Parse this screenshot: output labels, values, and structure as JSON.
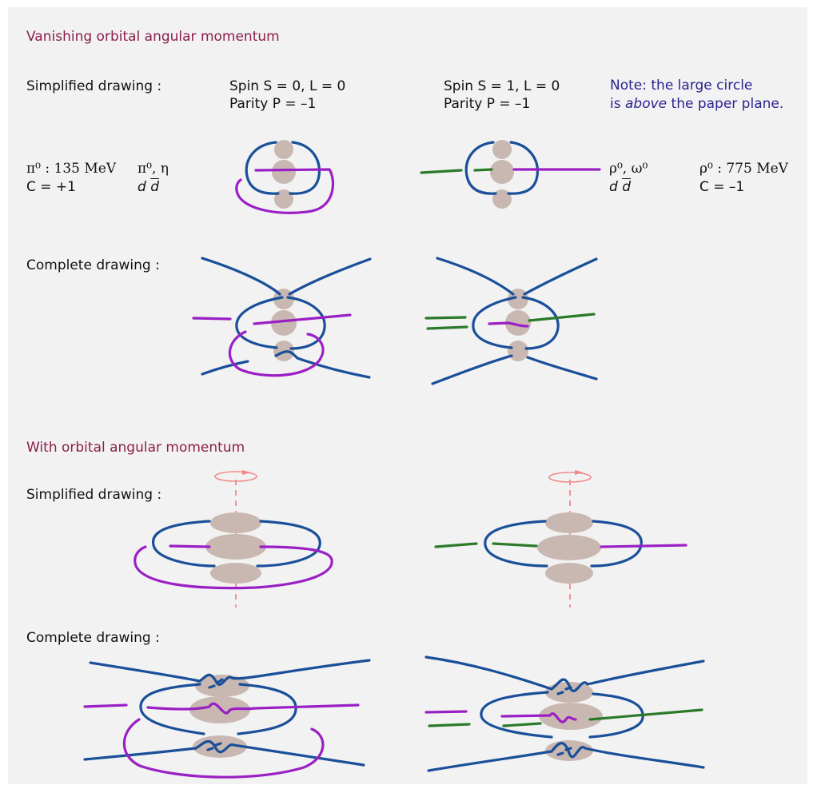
{
  "sections": {
    "vanishing": "Vanishing orbital angular momentum",
    "orbital": "With orbital angular momentum"
  },
  "labels": {
    "simplified": "Simplified drawing :",
    "complete": "Complete drawing :"
  },
  "pion": {
    "spin": "Spin   S = 0, L = 0",
    "parity": "Parity P = –1",
    "name_mass": "π⁰ : 135 MeV",
    "c_parity": "C = +1",
    "particles": "π⁰, η",
    "quark": "d",
    "antiquark": "d"
  },
  "rho": {
    "spin": "Spin   S = 1, L = 0",
    "parity": "Parity P = –1",
    "particles": "ρ⁰, ω⁰",
    "quark": "d",
    "antiquark": "d",
    "name_mass": "ρ⁰ : 775 MeV",
    "c_parity": "C = –1"
  },
  "note": {
    "line1": "Note: the large circle",
    "line2_pre": "is ",
    "line2_em": "above",
    "line2_post": " the paper plane."
  },
  "colors": {
    "blue_strand": "#1a4f99",
    "purple_strand": "#9a1fc4",
    "green_strand": "#2a7a2a",
    "blob": "#c9b8b1",
    "axis": "#f08a8a",
    "heading": "#8b1e4a",
    "note": "#2a2290",
    "panel": "#f2f2f2"
  }
}
